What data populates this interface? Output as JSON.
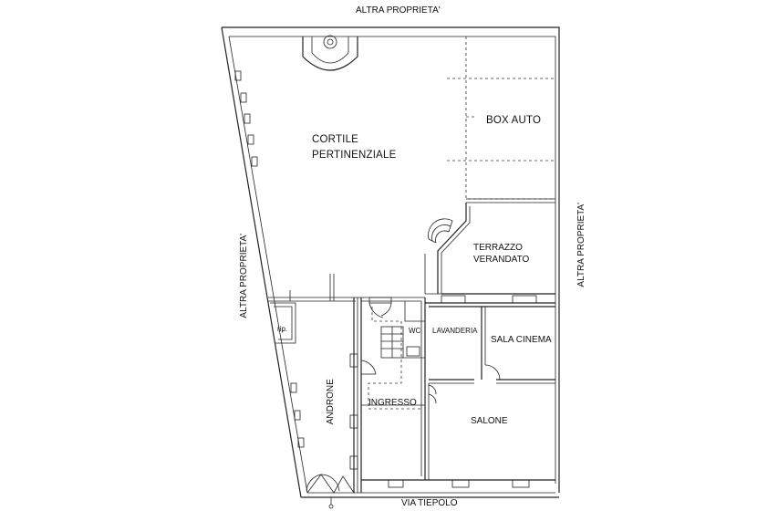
{
  "labels": {
    "top": "ALTRA PROPRIETA'",
    "left": "ALTRA PROPRIETA'",
    "right": "ALTRA PROPRIETA'",
    "bottom": "VIA TIEPOLO",
    "courtyard_line1": "CORTILE",
    "courtyard_line2": "PERTINENZIALE",
    "garage": "BOX AUTO",
    "terrace_line1": "TERRAZZO",
    "terrace_line2": "VERANDATO",
    "storage": "rip.",
    "hall": "ANDRONE",
    "wc": "WC",
    "laundry": "LAVANDERIA",
    "cinema": "SALA CINEMA",
    "entrance": "INGRESSO",
    "living": "SALONE"
  }
}
